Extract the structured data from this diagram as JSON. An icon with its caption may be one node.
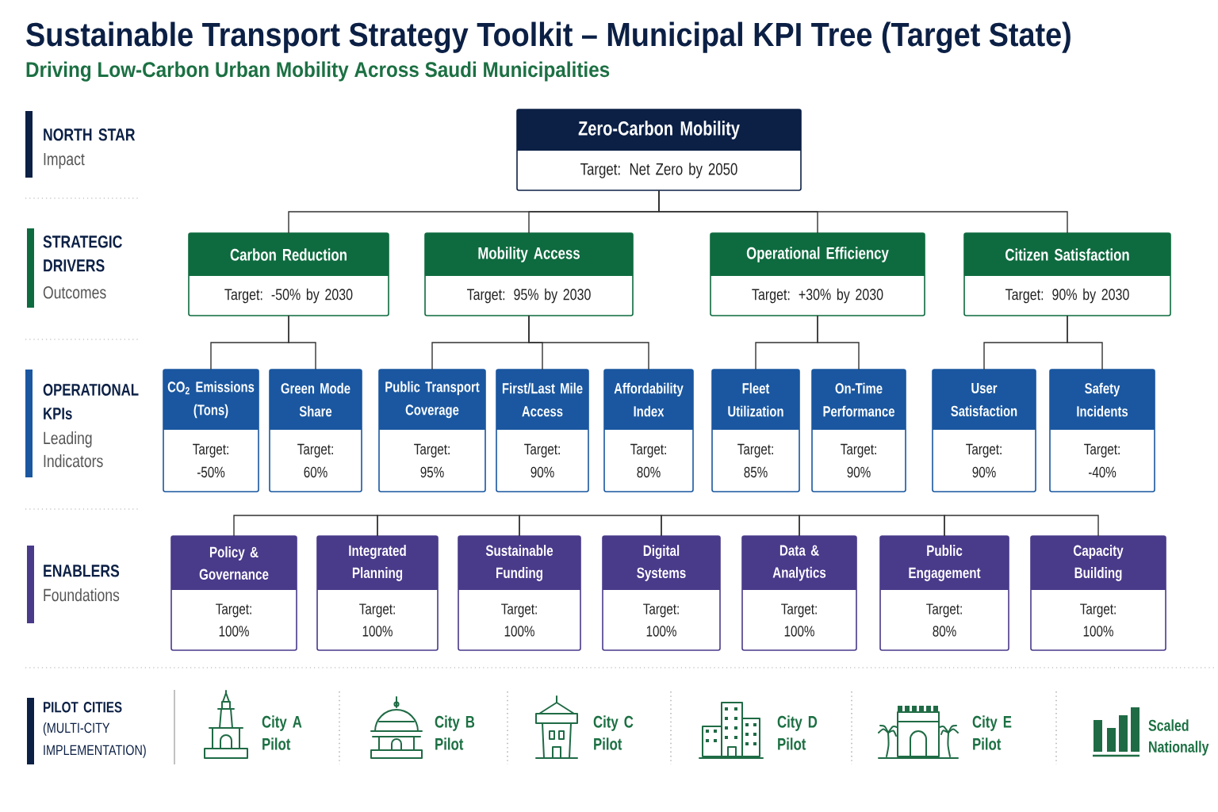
{
  "diagram": {
    "title": "Sustainable Transport Strategy Toolkit – Municipal KPI Tree (Target State)",
    "nodes": [
      {
        "text": [
          "Zero-Carbon Mobility",
          "Target: Net Zero by 2050"
        ]
      },
      {
        "text": [
          "Carbon Reduction",
          "Target: -50% by 2030"
        ]
      },
      {
        "text": [
          "Mobility Access",
          "Target: 95% by 2030"
        ]
      },
      {
        "text": [
          "Operational Efficiency",
          "Target: +30% by 2030"
        ]
      },
      {
        "text": [
          "Citizen Satisfaction",
          "Target: 90% by 2030"
        ]
      },
      {
        "text": [
          "CO$_{2}$ Emissions (Tons)",
          "Target: -50%"
        ]
      },
      {
        "text": [
          "Green Mode Share",
          "Target: 60%"
        ]
      },
      {
        "text": [
          "Public Transport Coverage",
          "Target: 95%"
        ]
      },
      {
        "text": [
          "First/Last Mile Access",
          "Target: 90%"
        ]
      },
      {
        "text": [
          "Affordability Index",
          "Target: 80%"
        ]
      },
      {
        "text": [
          "Fleet Utilization",
          "Target: 85%"
        ]
      },
      {
        "text": [
          "On-Time Performance",
          "Target: 90%"
        ]
      },
      {
        "text": [
          "User Satisfaction",
          "Target: 90%"
        ]
      },
      {
        "text": [
          "Safety Incidents",
          "Target: -40%"
        ]
      },
      {
        "text": [
          "Policy & Governance",
          "Target: 100%"
        ]
      },
      {
        "text": [
          "Integrated Planning",
          "Target: 100%"
        ]
      },
      {
        "text": [
          "Sustainable Funding",
          "Target: 100%"
        ]
      },
      {
        "text": [
          "Digital Systems",
          "Target: 100%"
        ]
      },
      {
        "text": [
          "Data & Analytics",
          "Target: 100%"
        ]
      },
      {
        "text": [
          "Public Engagement",
          "Target: 80%"
        ]
      },
      {
        "text": [
          "Capacity Building",
          "Target: 100%"
        ]
      }
    ],
    "edges": [
      {
        "from": 0,
        "to": 1,
        "arrow": "none"
      },
      {
        "from": 0,
        "to": 2,
        "arrow": "none"
      },
      {
        "from": 0,
        "to": 3,
        "arrow": "none"
      },
      {
        "from": 0,
        "to": 4,
        "arrow": "none"
      },
      {
        "from": 1,
        "to": 5,
        "arrow": "none"
      },
      {
        "from": 1,
        "to": 6,
        "arrow": "none"
      },
      {
        "from": 2,
        "to": 7,
        "arrow": "none"
      },
      {
        "from": 2,
        "to": 8,
        "arrow": "none"
      },
      {
        "from": 2,
        "to": 9,
        "arrow": "none"
      },
      {
        "from": 3,
        "to": 10,
        "arrow": "none"
      },
      {
        "from": 3,
        "to": 11,
        "arrow": "none"
      },
      {
        "from": 4,
        "to": 12,
        "arrow": "none"
      },
      {
        "from": 4,
        "to": 13,
        "arrow": "none"
      },
      {
        "from": 14,
        "to": 15,
        "arrow": "none"
      },
      {
        "from": 15,
        "to": 16,
        "arrow": "none"
      },
      {
        "from": 16,
        "to": 17,
        "arrow": "none"
      },
      {
        "from": 17,
        "to": 18,
        "arrow": "none"
      },
      {
        "from": 18,
        "to": 19,
        "arrow": "none"
      },
      {
        "from": 19,
        "to": 20,
        "arrow": "none"
      }
    ],
    "labels": [
      "Driving Low-Carbon Urban Mobility Across Saudi Municipalities",
      "NORTH STAR",
      "Impact",
      "STRATEGIC DRIVERS",
      "Outcomes",
      "OPERATIONAL KPIs",
      "Leading Indicators",
      "ENABLERS",
      "Foundations",
      "PILOT CITIES",
      "(MULTI-CITY IMPLEMENTATION)",
      "City A Pilot",
      "City B Pilot",
      "City C Pilot",
      "City D Pilot",
      "City E Pilot",
      "Scaled Nationally"
    ]
  }
}
